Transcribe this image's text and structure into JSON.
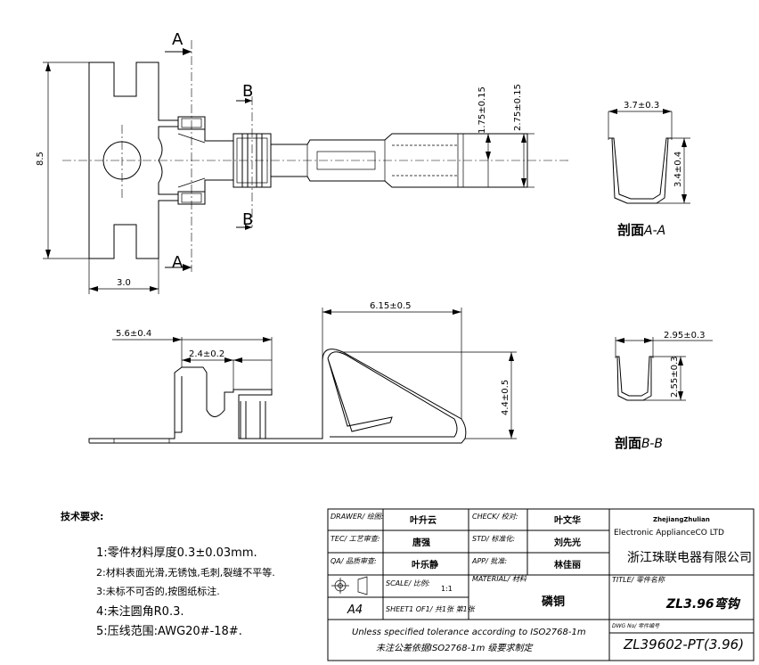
{
  "sections": {
    "a_top": "A",
    "a_bottom": "A",
    "b_top": "B",
    "b_bottom": "B",
    "view_a_label": "剖面",
    "view_a_suffix": "A-A",
    "view_b_label": "剖面",
    "view_b_suffix": "B-B"
  },
  "dimensions": {
    "height_total": "8.5",
    "width_base": "3.0",
    "half_width_1": "1.75±0.15",
    "half_width_2": "2.75±0.15",
    "section_a_width": "3.7±0.3",
    "section_a_height": "3.4±0.4",
    "spring_length": "6.15±0.5",
    "length_56": "5.6±0.4",
    "length_24": "2.4±0.2",
    "spring_height": "4.4±0.5",
    "section_b_width": "2.95±0.3",
    "section_b_height": "2.55±0.3"
  },
  "notes": {
    "heading": "技术要求:",
    "items": [
      "1:零件材料厚度0.3±0.03mm.",
      "2:材料表面光滑,无锈蚀,毛刺,裂缝不平等.",
      "3:未标不可否的,按图纸标注.",
      "4:未注圆角R0.3.",
      "5:压线范围:AWG20#-18#."
    ]
  },
  "title_block": {
    "drawer_label": "DRAWER/ 绘图:",
    "drawer_value": "叶升云",
    "check_label": "CHECK/ 校对:",
    "check_value": "叶文华",
    "tec_label": "TEC/ 工艺审查:",
    "tec_value": "唐强",
    "std_label": "STD/ 标准化:",
    "std_value": "刘先光",
    "qa_label": "QA/ 品质审查:",
    "qa_value": "叶乐静",
    "app_label": "APP/ 批准:",
    "app_value": "林佳丽",
    "scale_label": "SCALE/ 比例:",
    "scale_value": "1:1",
    "material_label": "MATERIAL/ 材料",
    "material_value": "磷铜",
    "sheet_label": "SHEET1 OF1/ 共1张 第1张",
    "paper_size": "A4",
    "company_en_1": "ZhejiangZhulian",
    "company_en_2": "Electronic ApplianceCO LTD",
    "company_cn": "浙江珠联电器有限公司",
    "title_label": "TITLE/ 零件名称",
    "title_value": "ZL3.96弯钩",
    "dwg_label": "DWG No/ 零件编号",
    "dwg_value": "ZL39602-PT(3.96)",
    "tolerance_en": "Unless specified tolerance according to ISO2768-1m",
    "tolerance_cn": "未注公差依据ISO2768-1m 级要求制定"
  }
}
